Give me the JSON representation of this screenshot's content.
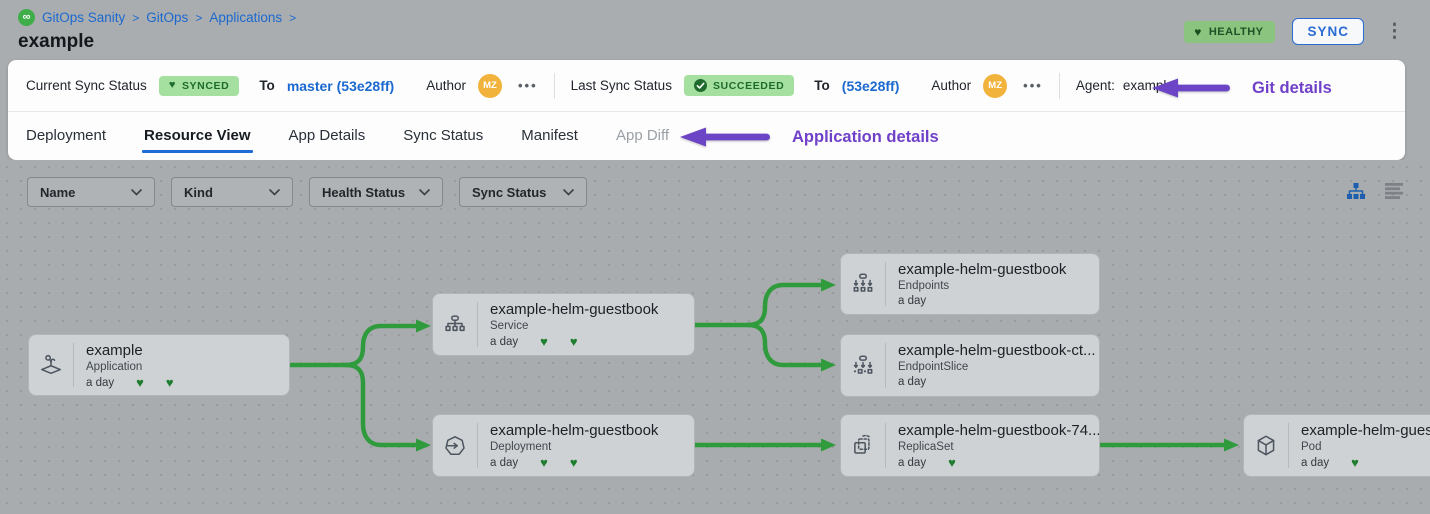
{
  "breadcrumb": {
    "separator": ">",
    "items": [
      {
        "label": "GitOps Sanity"
      },
      {
        "label": "GitOps"
      },
      {
        "label": "Applications"
      }
    ]
  },
  "page_title": "example",
  "top_actions": {
    "health_label": "HEALTHY",
    "sync_label": "SYNC",
    "menu_glyph": "⋮"
  },
  "sync_panel": {
    "current_label": "Current Sync Status",
    "current_badge": "SYNCED",
    "current_to": "To",
    "current_revision": "master (53e28ff)",
    "current_author_label": "Author",
    "current_avatar": "MZ",
    "current_more": "•••",
    "last_label": "Last Sync Status",
    "last_badge": "SUCCEEDED",
    "last_to": "To",
    "last_revision": "(53e28ff)",
    "last_author_label": "Author",
    "last_avatar": "MZ",
    "last_more": "•••",
    "agent_label": "Agent:",
    "agent_value": "example",
    "annotation": "Git details"
  },
  "tabs": {
    "annotation": "Application details",
    "items": [
      {
        "label": "Deployment",
        "state": "default"
      },
      {
        "label": "Resource View",
        "state": "active"
      },
      {
        "label": "App Details",
        "state": "default"
      },
      {
        "label": "Sync Status",
        "state": "default"
      },
      {
        "label": "Manifest",
        "state": "default"
      },
      {
        "label": "App Diff",
        "state": "disabled"
      }
    ]
  },
  "filter_bar": {
    "dropdowns": [
      {
        "label": "Name"
      },
      {
        "label": "Kind"
      },
      {
        "label": "Health Status"
      },
      {
        "label": "Sync Status"
      }
    ],
    "view_toggles": [
      "tree-view-icon",
      "list-view-icon"
    ]
  },
  "tree": {
    "nodes": [
      {
        "title": "example",
        "kind": "Application",
        "age": "a day",
        "hearts": 2,
        "icon": "application-icon"
      },
      {
        "title": "example-helm-guestbook",
        "kind": "Service",
        "age": "a day",
        "hearts": 2,
        "icon": "service-icon"
      },
      {
        "title": "example-helm-guestbook",
        "kind": "Deployment",
        "age": "a day",
        "hearts": 2,
        "icon": "deployment-icon"
      },
      {
        "title": "example-helm-guestbook",
        "kind": "Endpoints",
        "age": "a day",
        "hearts": 0,
        "icon": "endpoints-icon"
      },
      {
        "title": "example-helm-guestbook-ct...",
        "kind": "EndpointSlice",
        "age": "a day",
        "hearts": 0,
        "icon": "endpointslice-icon"
      },
      {
        "title": "example-helm-guestbook-74...",
        "kind": "ReplicaSet",
        "age": "a day",
        "hearts": 1,
        "icon": "replicaset-icon"
      },
      {
        "title": "example-helm-guest",
        "kind": "Pod",
        "age": "a day",
        "hearts": 1,
        "icon": "pod-icon"
      }
    ]
  },
  "colors": {
    "accent_blue": "#1b69cf",
    "connector_green": "#2f9b3d",
    "badge_green_bg": "#a6e0a1",
    "badge_green_text": "#1e6b2d",
    "healthy_badge_bg": "#8ac47e",
    "annotation_purple": "#7040c8",
    "avatar_orange": "#f2b33c",
    "canvas_gray": "#a9acaf"
  }
}
